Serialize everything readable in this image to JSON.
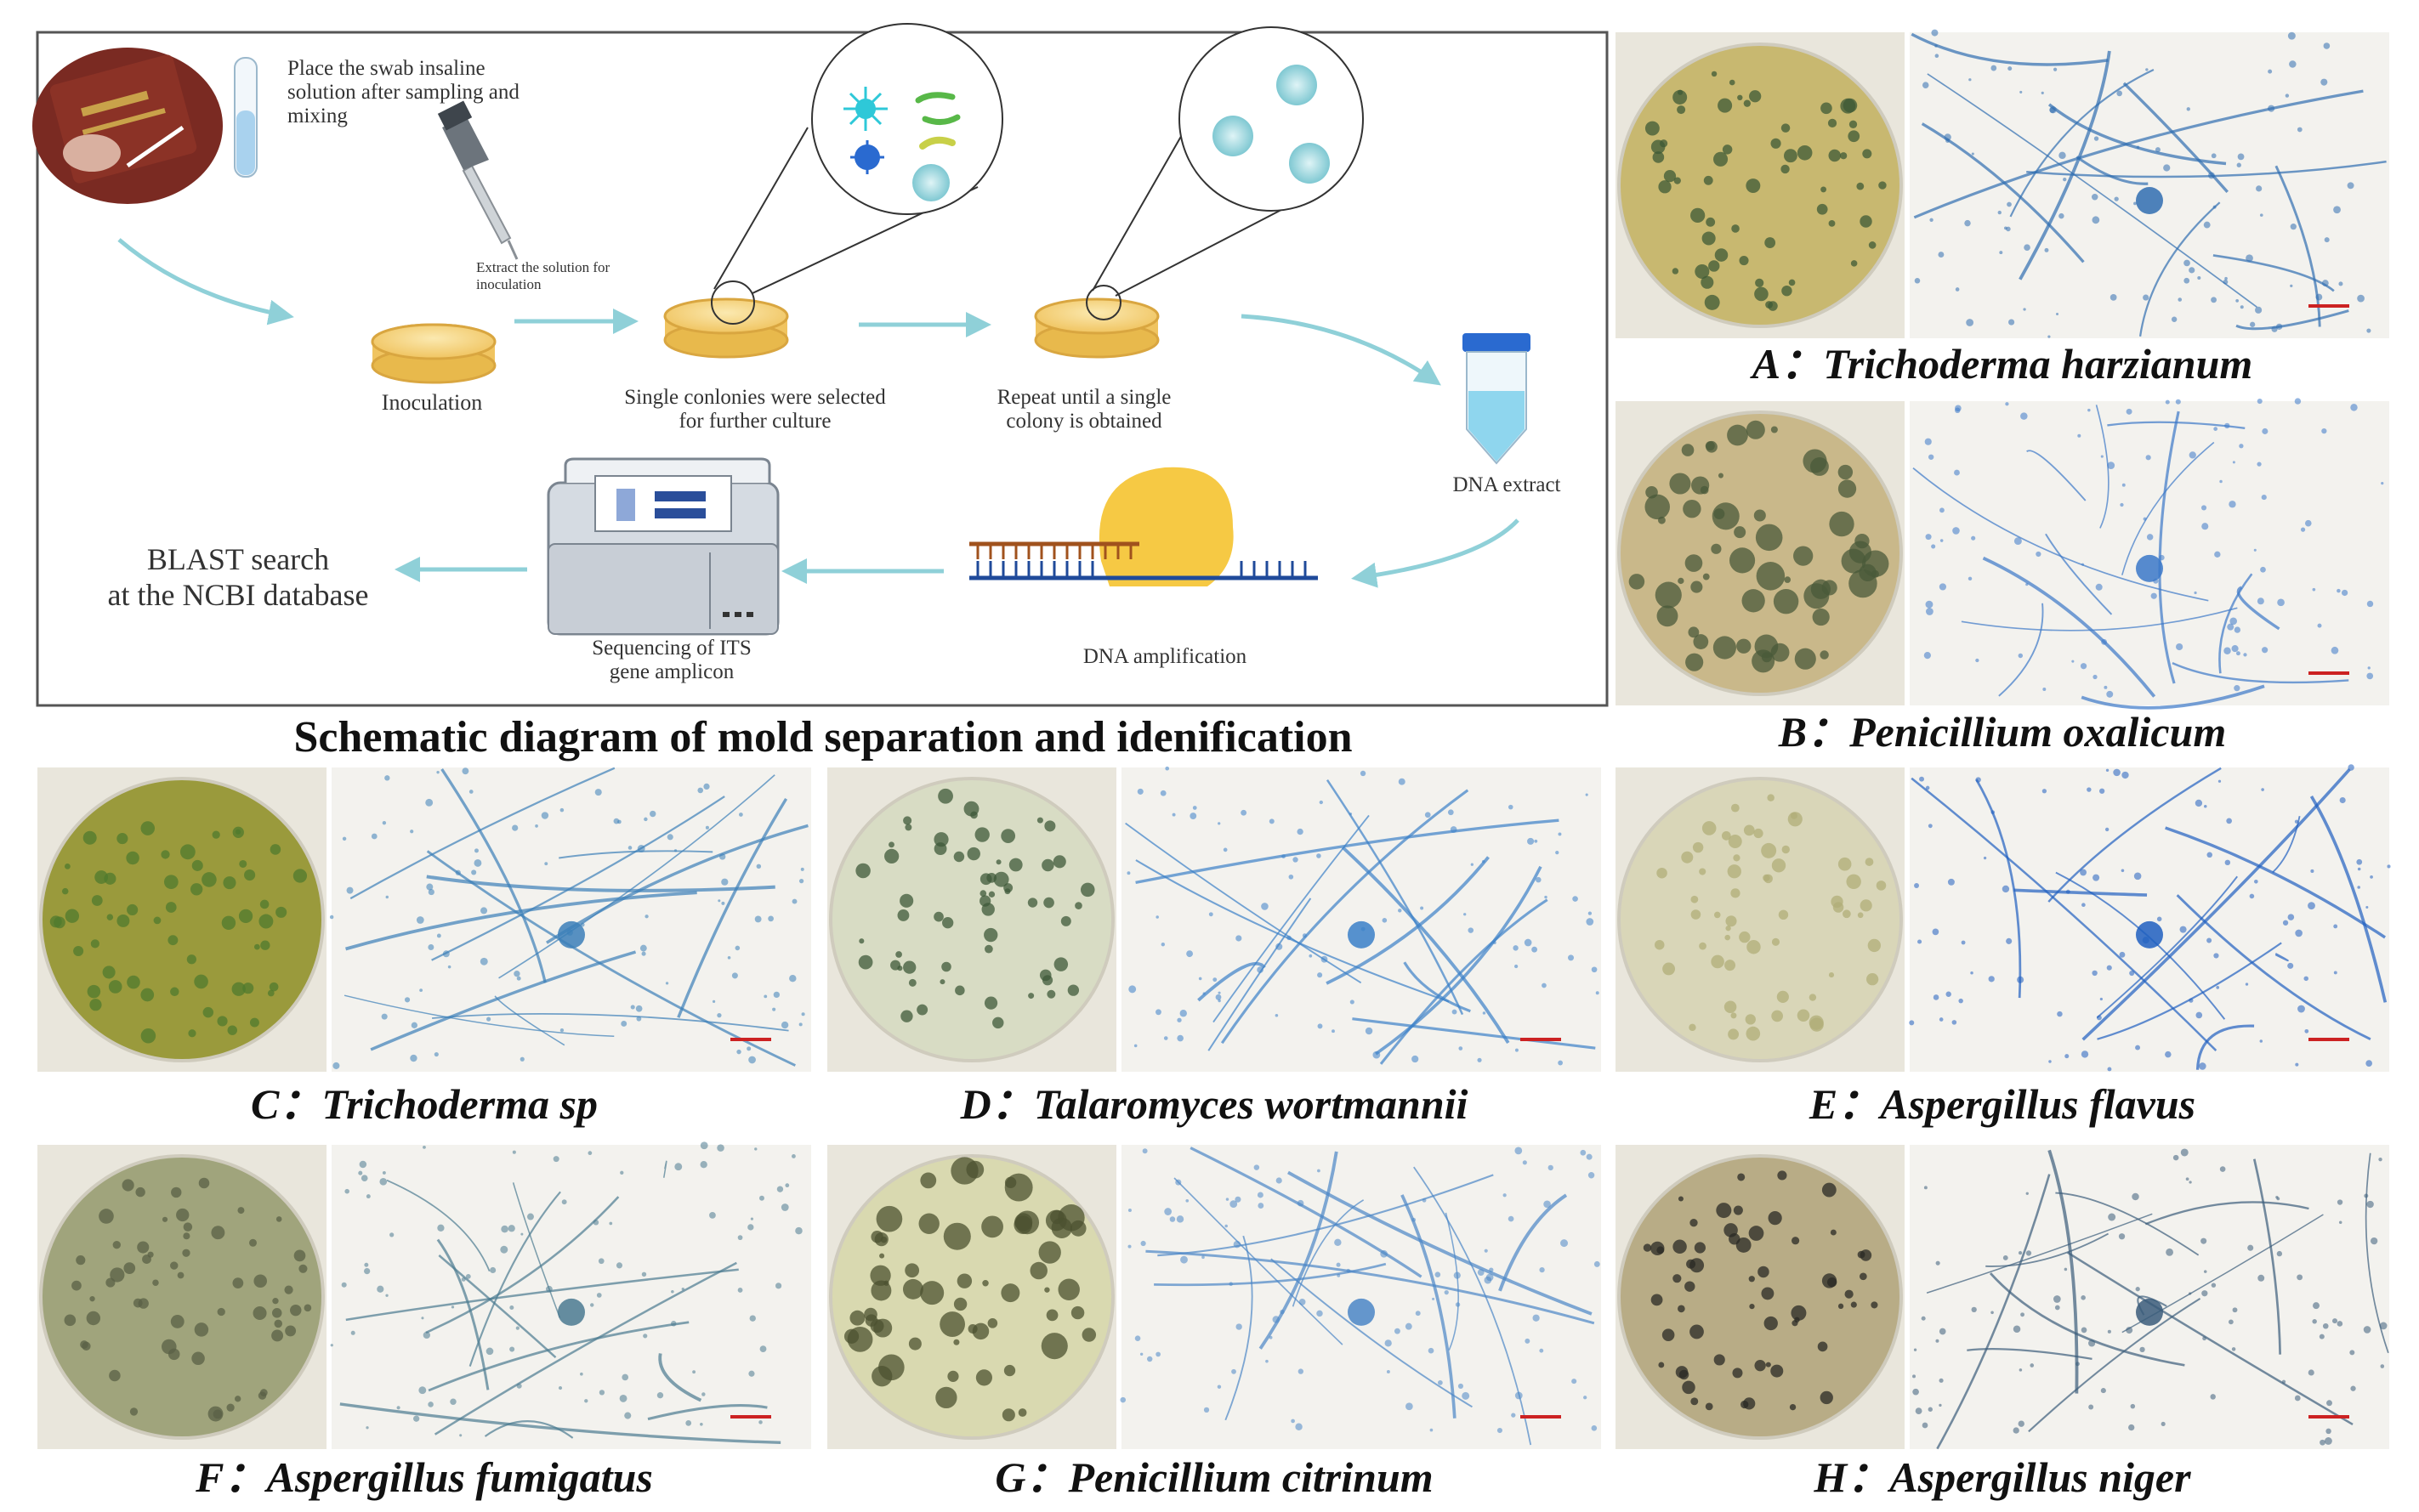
{
  "schematic": {
    "caption": "Schematic diagram of mold separation and idenification",
    "swab_note": [
      "Place the swab insaline",
      "solution after sampling and",
      "mixing"
    ],
    "pipette_note": [
      "Extract the solution for",
      "inoculation"
    ],
    "step_inoculation": "Inoculation",
    "step_single_colonies": [
      "Single conlonies were selected",
      "for further  culture"
    ],
    "step_repeat": [
      "Repeat until a single",
      "colony is obtained"
    ],
    "step_dna_extract": "DNA extract",
    "step_dna_amplification": "DNA amplification",
    "step_sequencing": [
      "Sequencing of ITS",
      "gene amplicon"
    ],
    "step_blast": [
      "BLAST search",
      "at the NCBI database"
    ]
  },
  "panels": [
    {
      "id": "A",
      "letter": "A：",
      "species": "Trichoderma harzianum",
      "plate_color": "#c8b870",
      "spot_color": "#3d5a36",
      "micro_color": "#2f6db0"
    },
    {
      "id": "B",
      "letter": "B：",
      "species": "Penicillium oxalicum",
      "plate_color": "#c9b88a",
      "spot_color": "#4a5a3a",
      "micro_color": "#3a78c8"
    },
    {
      "id": "C",
      "letter": "C：",
      "species": "Trichoderma sp",
      "plate_color": "#9a9a3c",
      "spot_color": "#4f7a2e",
      "micro_color": "#3b7fb8"
    },
    {
      "id": "D",
      "letter": "D：",
      "species": "Talaromyces wortmannii",
      "plate_color": "#d8dcc4",
      "spot_color": "#3f5a3a",
      "micro_color": "#3a80c8"
    },
    {
      "id": "E",
      "letter": "E：",
      "species": "Aspergillus flavus",
      "plate_color": "#d9d6b8",
      "spot_color": "#b0ad78",
      "micro_color": "#1f5fc0"
    },
    {
      "id": "F",
      "letter": "F：",
      "species": "Aspergillus fumigatus",
      "plate_color": "#a0a47c",
      "spot_color": "#5a6046",
      "micro_color": "#4a7a90"
    },
    {
      "id": "G",
      "letter": "G：",
      "species": "Penicillium citrinum",
      "plate_color": "#d9d9b0",
      "spot_color": "#4c5230",
      "micro_color": "#4a86c6"
    },
    {
      "id": "H",
      "letter": "H：",
      "species": "Aspergillus niger",
      "plate_color": "#b8ac86",
      "spot_color": "#2a2a24",
      "micro_color": "#3a5c7a"
    }
  ],
  "colors": {
    "arrow": "#8fd0d8",
    "dish_agar": "#f5d27a",
    "dish_rim": "#d9a640",
    "micro_bg": "#f3f2ee",
    "scale_bar": "#cc2222"
  }
}
